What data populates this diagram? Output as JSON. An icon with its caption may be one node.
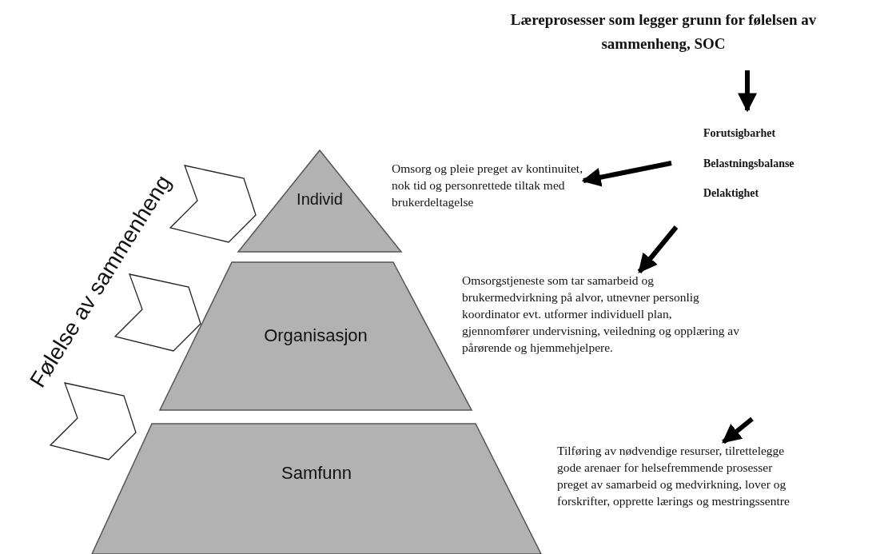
{
  "diagram": {
    "nodes": [
      {
        "text": [
          "Læreprosesser som legger grunn for følelsen av sammenheng, SOC"
        ]
      },
      {
        "text": [
          "Forutsigbarhet",
          "Belastningsbalanse",
          "Delaktighet"
        ]
      },
      {
        "text": [
          "Omsorg og pleie preget av kontinuitet, nok tid og personrettede tiltak med brukerdeltagelse"
        ]
      },
      {
        "text": [
          "Omsorgstjeneste som tar samarbeid og brukermedvirkning på alvor, utnevner personlig koordinator evt. utformer individuell plan, gjennomfører undervisning, veiledning og opplæring av pårørende og hjemmehjelpere."
        ]
      },
      {
        "text": [
          "Tilføring av nødvendige resurser, tilrettelegge gode arenaer for helsefremmende prosesser preget av samarbeid og medvirkning, lover og forskrifter, opprette lærings og mestringssentre"
        ]
      },
      {
        "text": [
          "Individ"
        ]
      },
      {
        "text": [
          "Organisasjon"
        ]
      },
      {
        "text": [
          "Samfunn"
        ]
      },
      {
        "text": [],
        "shape": "chevron"
      },
      {
        "text": [],
        "shape": "chevron"
      },
      {
        "text": [],
        "shape": "chevron"
      }
    ],
    "edges": [
      {
        "from": 0,
        "to": 1,
        "arrow": "to"
      },
      {
        "from": 1,
        "to": 2,
        "arrow": "to"
      },
      {
        "from": null,
        "to": 3,
        "arrow": "to"
      },
      {
        "from": null,
        "to": 4,
        "arrow": "to"
      }
    ],
    "labels": [
      "Følelse av sammenheng"
    ]
  }
}
